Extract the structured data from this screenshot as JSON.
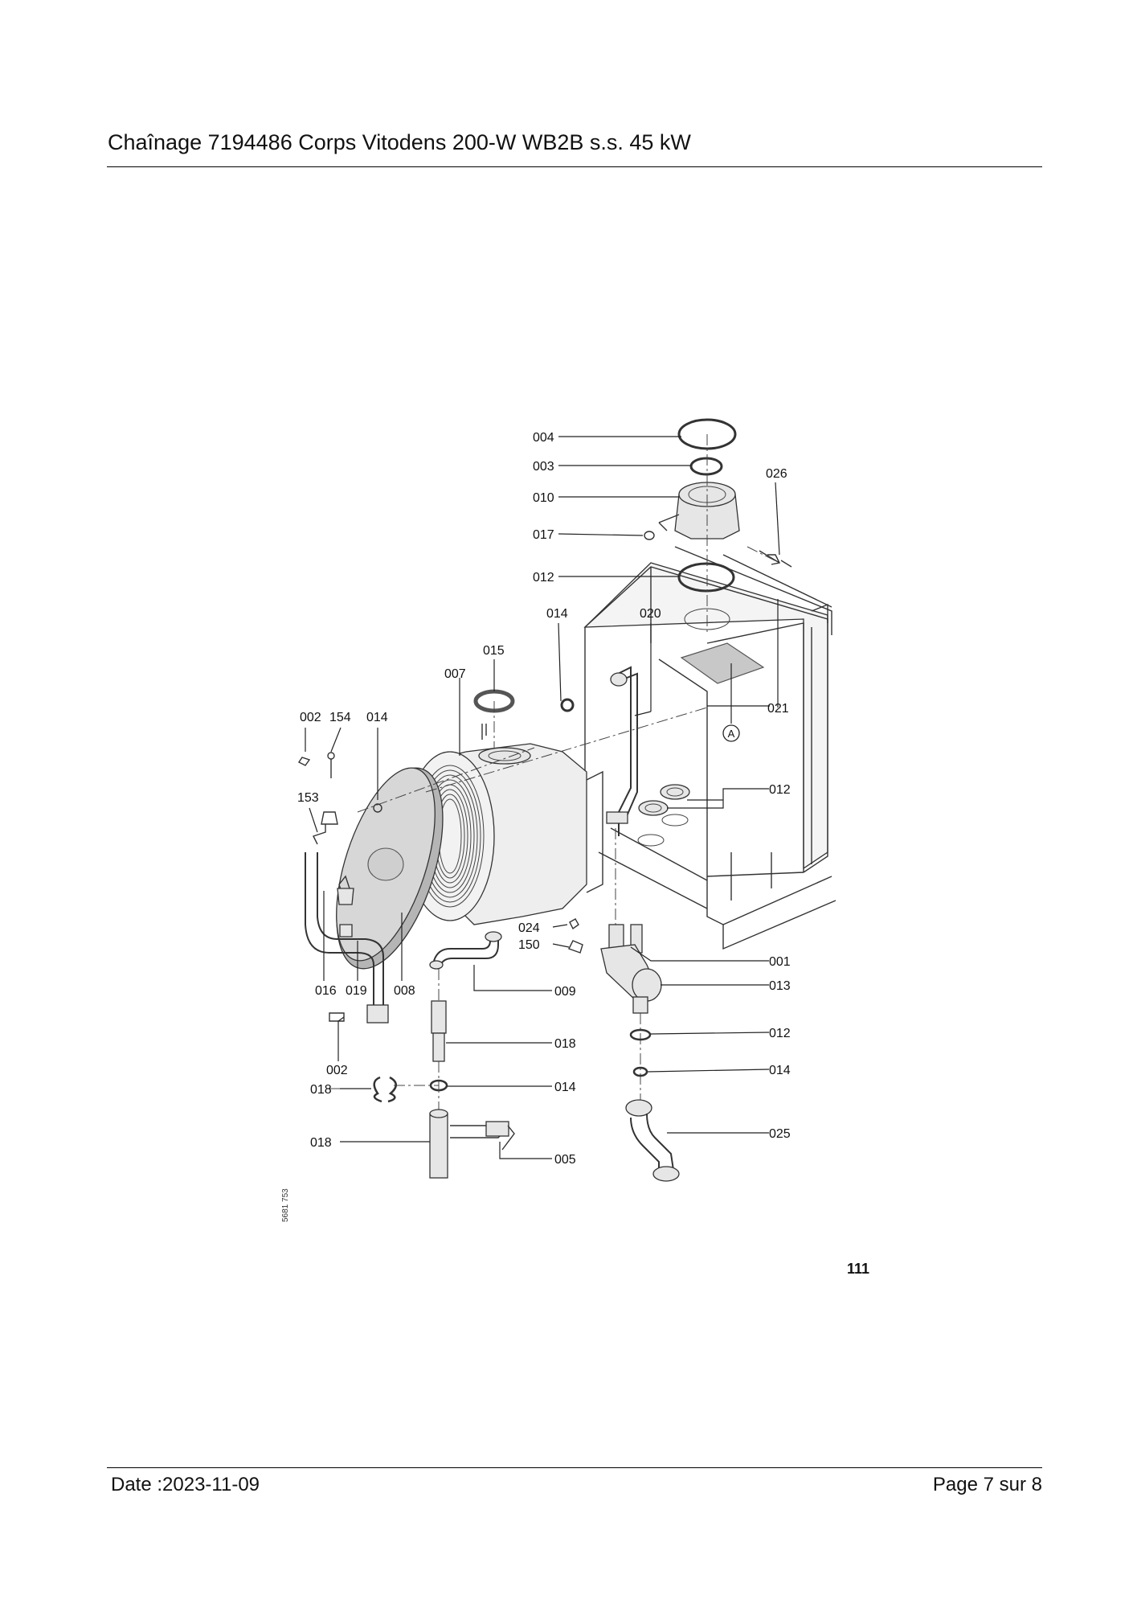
{
  "header": {
    "title": "Chaînage 7194486 Corps Vitodens 200-W WB2B s.s. 45 kW"
  },
  "footer": {
    "date": "Date :2023-11-09",
    "page": "Page 7 sur  8"
  },
  "diagram": {
    "drawing_number": "5681 753",
    "figure_ref": "111",
    "detail_marker": "A",
    "labels": {
      "l004": "004",
      "l003": "003",
      "l010": "010",
      "l017": "017",
      "l012a": "012",
      "l026": "026",
      "l014a": "014",
      "l020": "020",
      "l015": "015",
      "l007": "007",
      "l021": "021",
      "l002a": "002",
      "l154": "154",
      "l014b": "014",
      "l153": "153",
      "l012b": "012",
      "l024": "024",
      "l150": "150",
      "l001": "001",
      "l013": "013",
      "l016": "016",
      "l019": "019",
      "l008": "008",
      "l009": "009",
      "l018a": "018",
      "l012c": "012",
      "l002b": "002",
      "l014c": "014",
      "l018b": "018",
      "l014d": "014",
      "l025": "025",
      "l018c": "018",
      "l005": "005"
    }
  }
}
